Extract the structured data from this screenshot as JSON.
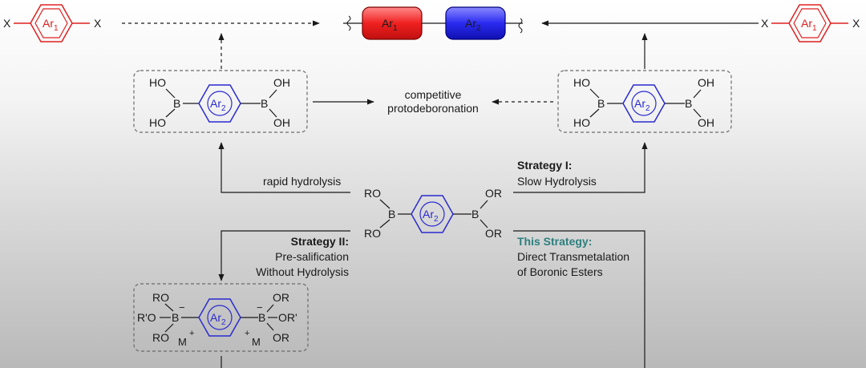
{
  "colors": {
    "red": "#e02020",
    "blue": "#2a2ad0",
    "teal": "#2e7f7f",
    "line": "#1a1a1a"
  },
  "atoms": {
    "x": "X",
    "ar1": "Ar",
    "ar1_sub": "1",
    "ar2": "Ar",
    "ar2_sub": "2",
    "ho": "HO",
    "oh": "OH",
    "b": "B",
    "ro": "RO",
    "or": "OR",
    "rprime_o": "R'O",
    "or_prime": "OR'",
    "minus": "−",
    "m": "M",
    "plus": "+"
  },
  "labels": {
    "competitive_1": "competitive",
    "competitive_2": "protodeboronation",
    "rapid": "rapid hydrolysis",
    "strategy1_title": "Strategy I:",
    "strategy1_text": "Slow Hydrolysis",
    "strategy2_title": "Strategy II:",
    "strategy2_text1": "Pre-salification",
    "strategy2_text2": "Without Hydrolysis",
    "this_title": "This Strategy:",
    "this_text1": "Direct Transmetalation",
    "this_text2": "of Boronic Esters"
  }
}
